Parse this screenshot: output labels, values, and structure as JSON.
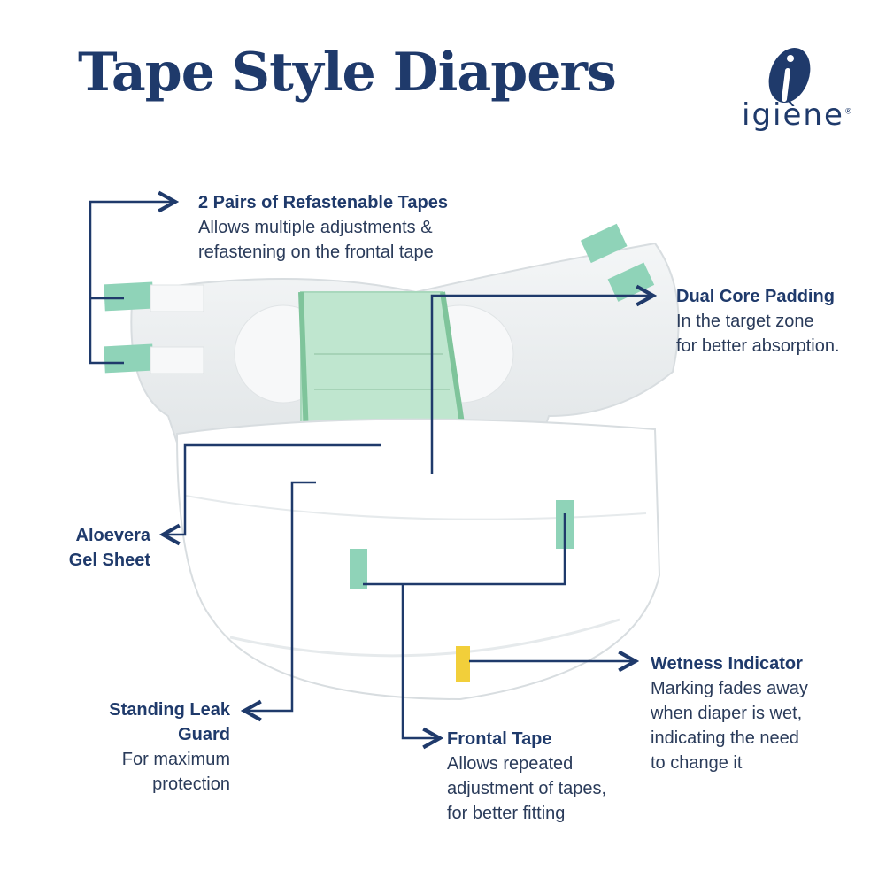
{
  "title": "Tape Style Diapers",
  "brand": {
    "name": "igiène",
    "mark": "®"
  },
  "colors": {
    "navy": "#1f3a6b",
    "tape_green": "#8fd3b8",
    "core_green": "#bfe6cf",
    "indicator_yellow": "#f2cf3a"
  },
  "callouts": {
    "tapes": {
      "heading": "2 Pairs of Refastenable Tapes",
      "lines": [
        "Allows multiple adjustments &",
        "refastening on the frontal tape"
      ]
    },
    "core": {
      "heading": "Dual Core Padding",
      "lines": [
        "In the target zone",
        "for better absorption."
      ]
    },
    "aloe": {
      "heading_lines": [
        "Aloevera",
        "Gel Sheet"
      ]
    },
    "leak": {
      "heading_lines": [
        "Standing Leak",
        "Guard"
      ],
      "lines": [
        "For maximum",
        "protection"
      ]
    },
    "frontal": {
      "heading": "Frontal Tape",
      "lines": [
        "Allows repeated",
        "adjustment of tapes,",
        "for better fitting"
      ]
    },
    "wetness": {
      "heading": "Wetness Indicator",
      "lines": [
        "Marking fades away",
        "when diaper is wet,",
        "indicating the need",
        "to change it"
      ]
    }
  }
}
